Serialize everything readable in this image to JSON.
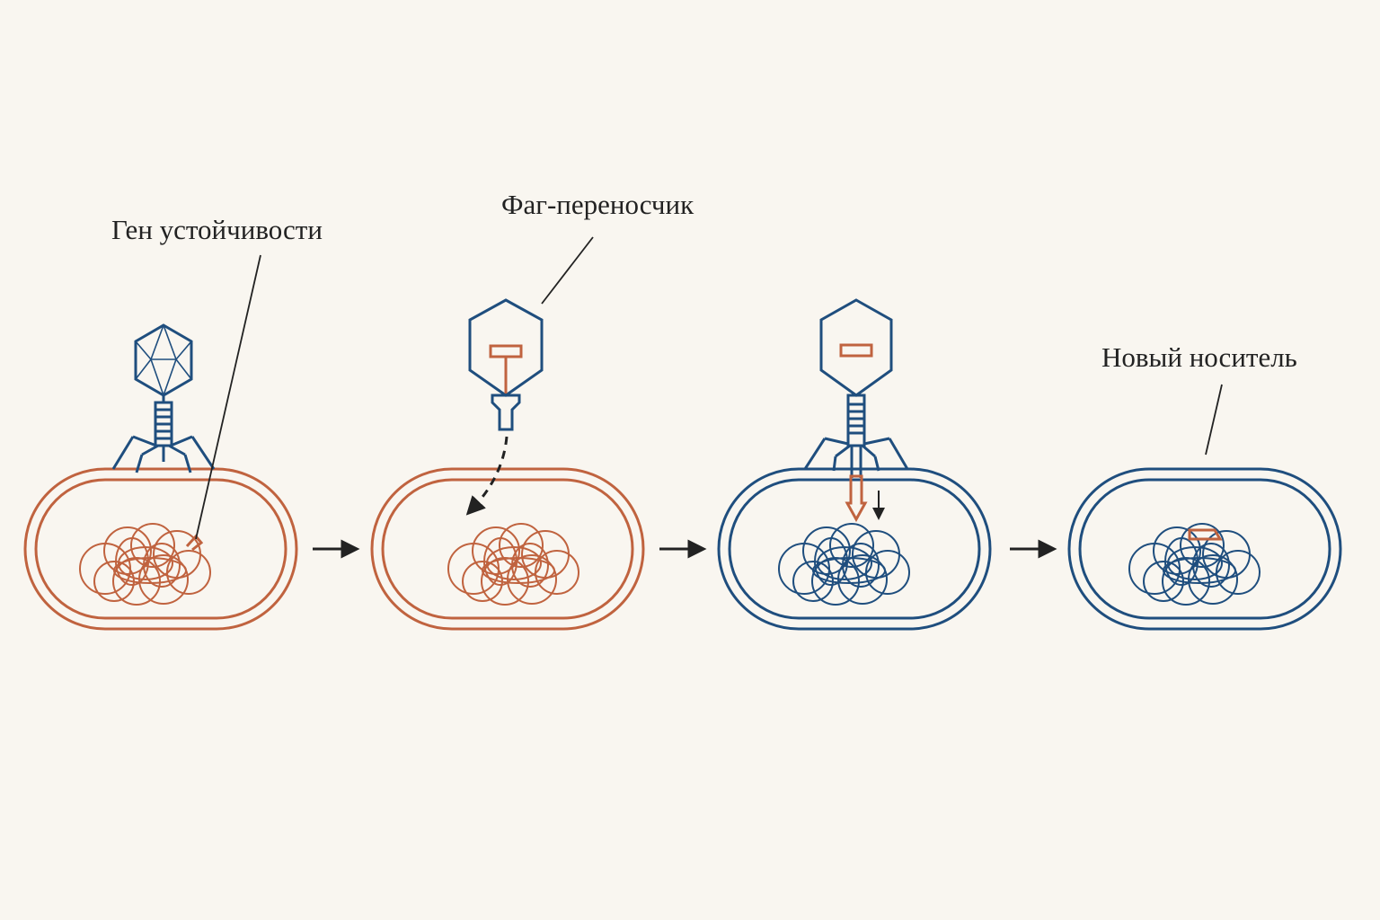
{
  "labels": {
    "resistance_gene": "Ген устойчивости",
    "transducing_phage": "Фаг-переносчик",
    "new_host": "Новый носитель"
  },
  "colors": {
    "donor": "#c0633f",
    "recipient": "#1f4e7e",
    "background": "#f9f6f0",
    "ink": "#222222"
  },
  "stages": [
    {
      "cell": "donor",
      "event": "phage-attached"
    },
    {
      "cell": "donor",
      "event": "phage-packaging-gene"
    },
    {
      "cell": "recipient",
      "event": "phage-injecting-gene"
    },
    {
      "cell": "recipient",
      "event": "gene-integrated"
    }
  ]
}
